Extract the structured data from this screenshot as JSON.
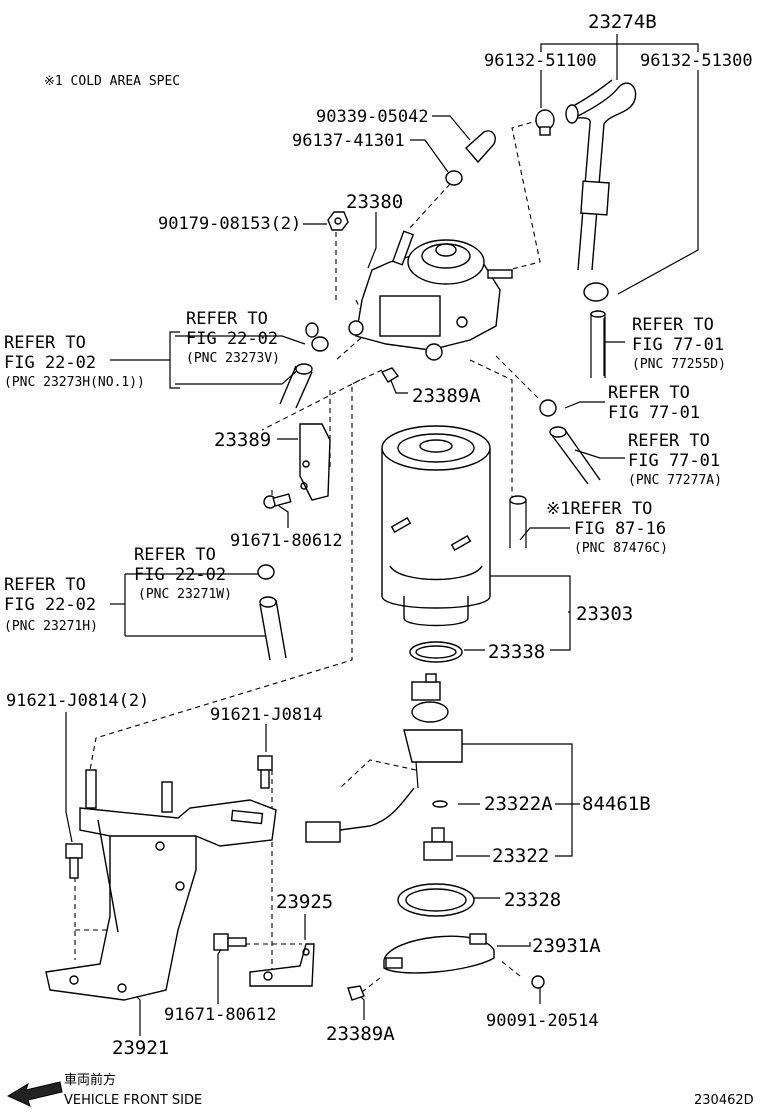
{
  "note": "※1 COLD AREA SPEC",
  "diagram_id": "230462D",
  "front_side": {
    "jp": "車両前方",
    "en": "VEHICLE FRONT SIDE"
  },
  "parts": {
    "p23274B": "23274B",
    "p96132_51100": "96132-51100",
    "p96132_51300": "96132-51300",
    "p90339_05042": "90339-05042",
    "p96137_41301": "96137-41301",
    "p90179_08153": "90179-08153(2)",
    "p23380": "23380",
    "p23389A_top": "23389A",
    "p23389": "23389",
    "p91671_80612_top": "91671-80612",
    "p23303": "23303",
    "p23338": "23338",
    "p91621_J0814_2": "91621-J0814(2)",
    "p91621_J0814": "91621-J0814",
    "p23322A": "23322A",
    "p84461B": "84461B",
    "p23322": "23322",
    "p23925": "23925",
    "p23328": "23328",
    "p23931A": "23931A",
    "p91671_80612_bot": "91671-80612",
    "p90091_20514": "90091-20514",
    "p23389A_bot": "23389A",
    "p23921": "23921"
  },
  "refs": {
    "r1": {
      "refer": "REFER TO",
      "fig": "FIG 22-02",
      "pnc": "(PNC 23273V)"
    },
    "r2": {
      "refer": "REFER TO",
      "fig": "FIG 22-02",
      "pnc": "(PNC 23273H(NO.1))"
    },
    "r3": {
      "refer": "REFER TO",
      "fig": "FIG 77-01",
      "pnc": "(PNC 77255D)"
    },
    "r4": {
      "refer": "REFER TO",
      "fig": "FIG 77-01"
    },
    "r5": {
      "refer": "REFER TO",
      "fig": "FIG 77-01",
      "pnc": "(PNC 77277A)"
    },
    "r6": {
      "refer": "※1REFER TO",
      "fig": "FIG 87-16",
      "pnc": "(PNC 87476C)"
    },
    "r7": {
      "refer": "REFER TO",
      "fig": "FIG 22-02",
      "pnc": "(PNC 23271W)"
    },
    "r8": {
      "refer": "REFER TO",
      "fig": "FIG 22-02",
      "pnc": "(PNC 23271H)"
    }
  }
}
